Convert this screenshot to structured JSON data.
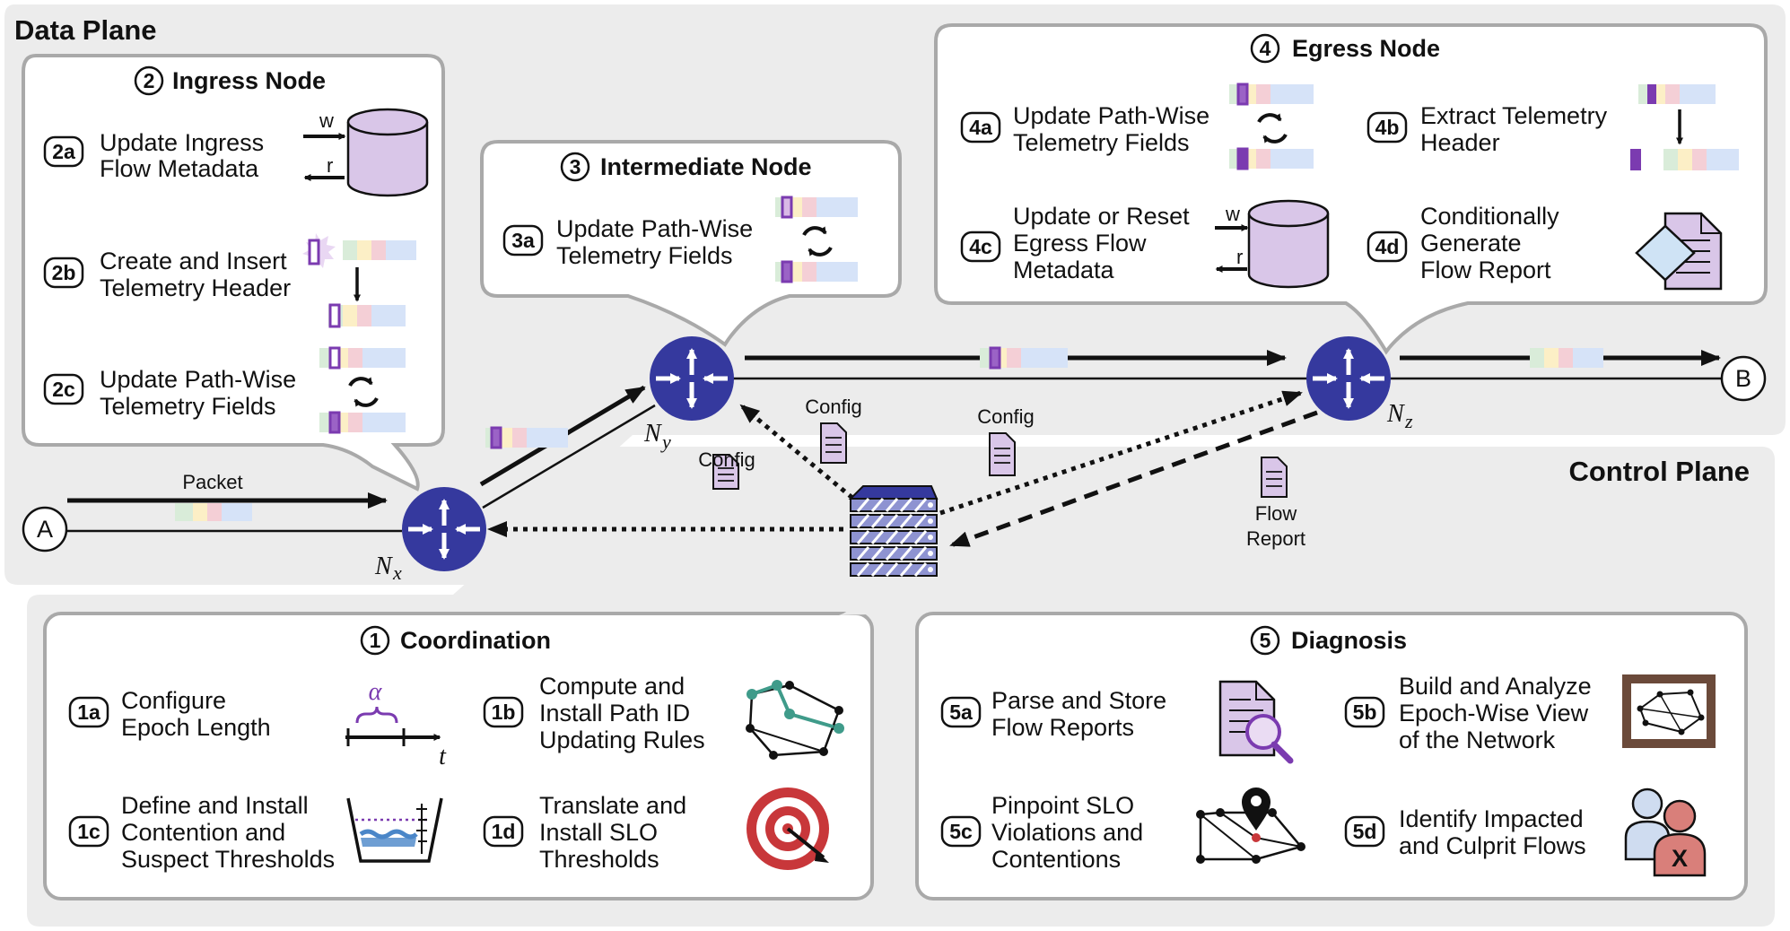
{
  "planes": {
    "data_plane": "Data Plane",
    "control_plane": "Control Plane"
  },
  "endpoints": {
    "a": "A",
    "b": "B"
  },
  "nodes": {
    "nx": {
      "main": "N",
      "sub": "x"
    },
    "ny": {
      "main": "N",
      "sub": "y"
    },
    "nz": {
      "main": "N",
      "sub": "z"
    }
  },
  "labels": {
    "packet": "Packet",
    "config": "Config",
    "flow_report_1": "Flow",
    "flow_report_2": "Report",
    "write": "w",
    "read": "r",
    "alpha": "α",
    "time": "t",
    "x_mark": "X"
  },
  "ingress": {
    "num": "2",
    "title": "Ingress Node",
    "steps": [
      {
        "id": "2a",
        "lines": [
          "Update Ingress",
          "Flow Metadata"
        ]
      },
      {
        "id": "2b",
        "lines": [
          "Create and Insert",
          "Telemetry Header"
        ]
      },
      {
        "id": "2c",
        "lines": [
          "Update Path-Wise",
          "Telemetry Fields"
        ]
      }
    ]
  },
  "intermediate": {
    "num": "3",
    "title": "Intermediate Node",
    "steps": [
      {
        "id": "3a",
        "lines": [
          "Update Path-Wise",
          "Telemetry Fields"
        ]
      }
    ]
  },
  "egress": {
    "num": "4",
    "title": "Egress Node",
    "steps": [
      {
        "id": "4a",
        "lines": [
          "Update Path-Wise",
          "Telemetry Fields"
        ]
      },
      {
        "id": "4b",
        "lines": [
          "Extract Telemetry",
          "Header"
        ]
      },
      {
        "id": "4c",
        "lines": [
          "Update or Reset",
          "Egress Flow",
          "Metadata"
        ]
      },
      {
        "id": "4d",
        "lines": [
          "Conditionally",
          "Generate",
          "Flow Report"
        ]
      }
    ]
  },
  "coordination": {
    "num": "1",
    "title": "Coordination",
    "steps": [
      {
        "id": "1a",
        "lines": [
          "Configure",
          "Epoch Length"
        ]
      },
      {
        "id": "1b",
        "lines": [
          "Compute and",
          "Install Path ID",
          "Updating Rules"
        ]
      },
      {
        "id": "1c",
        "lines": [
          "Define and Install",
          "Contention and",
          "Suspect Thresholds"
        ]
      },
      {
        "id": "1d",
        "lines": [
          "Translate and",
          "Install SLO",
          "Thresholds"
        ]
      }
    ]
  },
  "diagnosis": {
    "num": "5",
    "title": "Diagnosis",
    "steps": [
      {
        "id": "5a",
        "lines": [
          "Parse and Store",
          "Flow Reports"
        ]
      },
      {
        "id": "5b",
        "lines": [
          "Build and Analyze",
          "Epoch-Wise View",
          "of the Network"
        ]
      },
      {
        "id": "5c",
        "lines": [
          "Pinpoint SLO",
          "Violations and",
          "Contentions"
        ]
      },
      {
        "id": "5d",
        "lines": [
          "Identify Impacted",
          "and Culprit Flows"
        ]
      }
    ]
  },
  "colors": {
    "plane_bg": "#ececec",
    "box_border": "#a9a9a9",
    "router_fill": "#35399e",
    "purple": "#7b3bb0",
    "purple_light": "#d9b9e6",
    "doc_fill": "#d9c6e8",
    "header_cells": [
      "#d9ecd9",
      "#fcefc6",
      "#f4cfd6",
      "#d6e3f8"
    ],
    "target_red": "#c8373a",
    "teal": "#3f9b8a",
    "water": "#4a86c8",
    "frame_brown": "#6b4a3a",
    "person_blue": "#cfdcf0",
    "person_red": "#d97f7a"
  }
}
